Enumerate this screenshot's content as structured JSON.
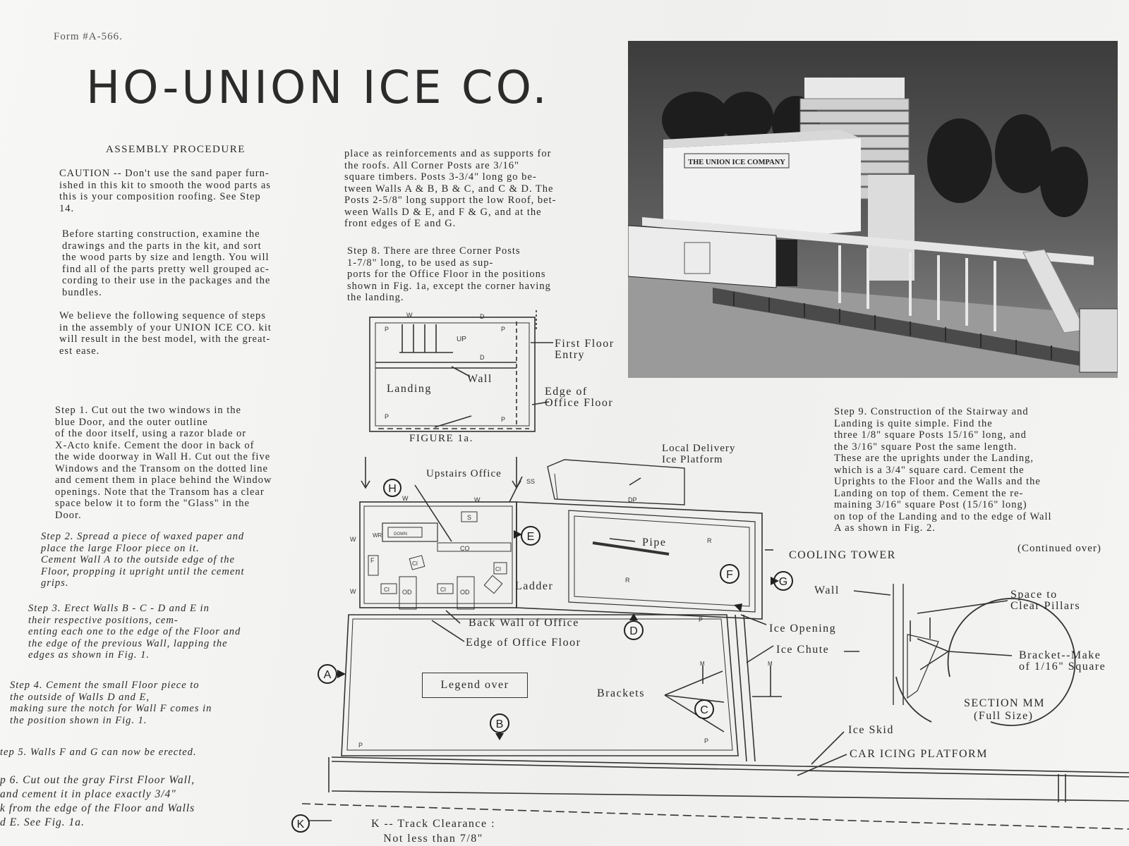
{
  "form_number": "Form #A-566.",
  "title": "HO-UNION ICE CO.",
  "heading": "ASSEMBLY PROCEDURE",
  "col1": {
    "caution": "CAUTION -- Don't use the sand paper furn-\nished in this kit to smooth the wood parts as\nthis is your composition roofing. See Step\n14.",
    "before": "Before starting construction, examine the\ndrawings and the parts in the kit, and sort\nthe wood parts by size and length. You will\nfind all of the parts pretty well grouped ac-\ncording to their use in the packages and the\nbundles.",
    "believe": "We believe the following sequence of steps\nin the assembly of your UNION ICE CO. kit\nwill result in the best model, with the great-\nest ease.",
    "step1": "Step 1.      Cut out the two windows in the\n                    blue Door, and the outer outline\nof the door itself, using a razor blade or\nX-Acto knife. Cement the door in back of\nthe wide doorway in Wall H. Cut out the five\nWindows and the Transom on the dotted line\nand cement them in place behind the Window\nopenings. Note that the Transom has a clear\nspace below it to form the \"Glass\" in the\nDoor.",
    "step2": "Step 2.      Spread a piece of waxed paper and\n                    place the large Floor piece on it.\nCement Wall A to the outside edge of the\nFloor, propping it upright until the cement\ngrips.",
    "step3": "Step 3.      Erect Walls B - C - D and E in\n                    their respective positions, cem-\nenting each one to the edge of the Floor and\nthe edge of the previous Wall, lapping the\nedges as shown in Fig. 1.",
    "step4": "Step 4.      Cement the small Floor piece to\n                    the outside of Walls D and E,\nmaking sure the notch for Wall F comes in\nthe position shown in Fig. 1.",
    "step5": "tep 5.      Walls F and G can now be erected.",
    "step6": "p 6.      Cut out the gray First Floor Wall,\n               and cement it in place exactly 3/4\"\nk from the edge of the Floor and Walls\nd E.  See Fig. 1a."
  },
  "col2": {
    "reinforce": "place as reinforcements and as supports for\nthe roofs. All Corner Posts are 3/16\"\nsquare timbers. Posts 3-3/4\" long go be-\ntween Walls A & B, B & C, and C & D. The\nPosts 2-5/8\" long support the low Roof, bet-\nween Walls D & E, and F & G, and at the\nfront edges of E and G.",
    "step8": "Step 8.      There are three Corner Posts\n                   1-7/8\" long, to be used as sup-\nports for the Office Floor in the positions\nshown in Fig. 1a, except the corner having\nthe landing."
  },
  "col3": {
    "step9": "Step 9.      Construction of the Stairway and\n                 Landing is quite simple. Find the\nthree 1/8\" square Posts 15/16\" long, and\nthe 3/16\" square Post the same length.\nThese are the uprights under the Landing,\nwhich is a 3/4\" square card. Cement the\nUprights to the Floor and the Walls and the\nLanding on top of them. Cement the re-\nmaining 3/16\" square Post (15/16\" long)\non top of the Landing and to the edge of Wall\nA as shown in Fig. 2.",
    "continued": "(Continued over)"
  },
  "photo": {
    "sign": "THE UNION ICE COMPANY"
  },
  "figure1a": {
    "caption": "FIGURE 1a.",
    "first_floor_entry": "First Floor\nEntry",
    "wall": "Wall",
    "landing": "Landing",
    "edge_office_floor": "Edge of\nOffice Floor",
    "up": "UP",
    "marks": {
      "w": "W",
      "d": "D",
      "p": "P"
    }
  },
  "plan": {
    "upstairs_office": "Upstairs Office",
    "local_delivery": "Local Delivery\nIce Platform",
    "pipe": "Pipe",
    "cooling_tower": "COOLING TOWER",
    "ladder": "Ladder",
    "back_wall": "Back Wall of Office",
    "edge_office_floor": "Edge of Office Floor",
    "ice_opening": "Ice Opening",
    "ice_chute": "Ice Chute",
    "brackets": "Brackets",
    "legend_over": "Legend over",
    "ice_skid": "Ice Skid",
    "car_icing": "CAR ICING PLATFORM",
    "track_clearance": "K -- Track Clearance :\nNot less than 7/8\"",
    "wall_letters": [
      "A",
      "B",
      "C",
      "D",
      "E",
      "F",
      "G",
      "H",
      "K"
    ],
    "room_marks": {
      "wr": "WR",
      "s": "S",
      "co": "CO",
      "ci": "CI",
      "od": "OD",
      "f": "F",
      "r": "R",
      "dp": "DP",
      "ss": "SS",
      "m": "M",
      "down": "DOWN"
    }
  },
  "section": {
    "wall": "Wall",
    "space": "Space to\nClear Pillars",
    "bracket": "Bracket--Make\nof 1/16\" Square",
    "title": "SECTION MM",
    "scale": "(Full Size)"
  }
}
